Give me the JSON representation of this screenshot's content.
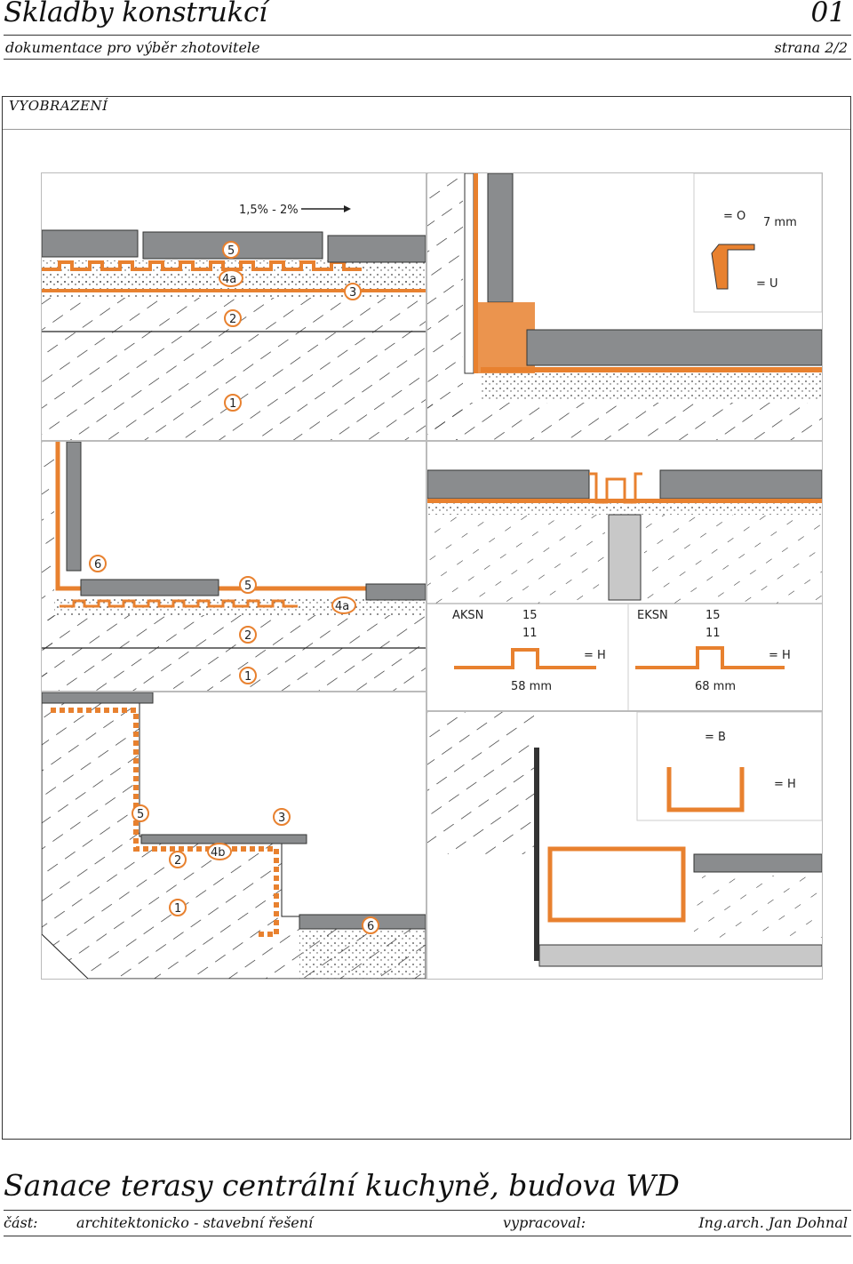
{
  "header": {
    "title": "Skladby konstrukcí",
    "doc_number": "01",
    "subtitle": "dokumentace pro výběr zhotovitele",
    "page_label": "strana 2/2"
  },
  "section": {
    "label": "VYOBRAZENÍ"
  },
  "drawings": {
    "slope": "1,5% - 2%",
    "c1": "1",
    "c2": "2",
    "c3": "3",
    "c4a": "4a",
    "c4b": "4b",
    "c5": "5",
    "c6": "6",
    "eq_o": "= O",
    "seven_mm": "7 mm",
    "eq_u": "= U",
    "aksn": "AKSN",
    "eksn": "EKSN",
    "d15": "15",
    "d11": "11",
    "eq_h": "= H",
    "w58": "58 mm",
    "w68": "68 mm",
    "eq_b": "= B"
  },
  "footer": {
    "project": "Sanace terasy centrální kuchyně, budova WD",
    "part_label": "část:",
    "part_value": "architektonicko - stavební řešení",
    "author_label": "vypracoval:",
    "author_value": "Ing.arch. Jan Dohnal"
  },
  "colors": {
    "orange": "#e8812f",
    "tile": "#8a8c8e",
    "line": "#222222"
  }
}
